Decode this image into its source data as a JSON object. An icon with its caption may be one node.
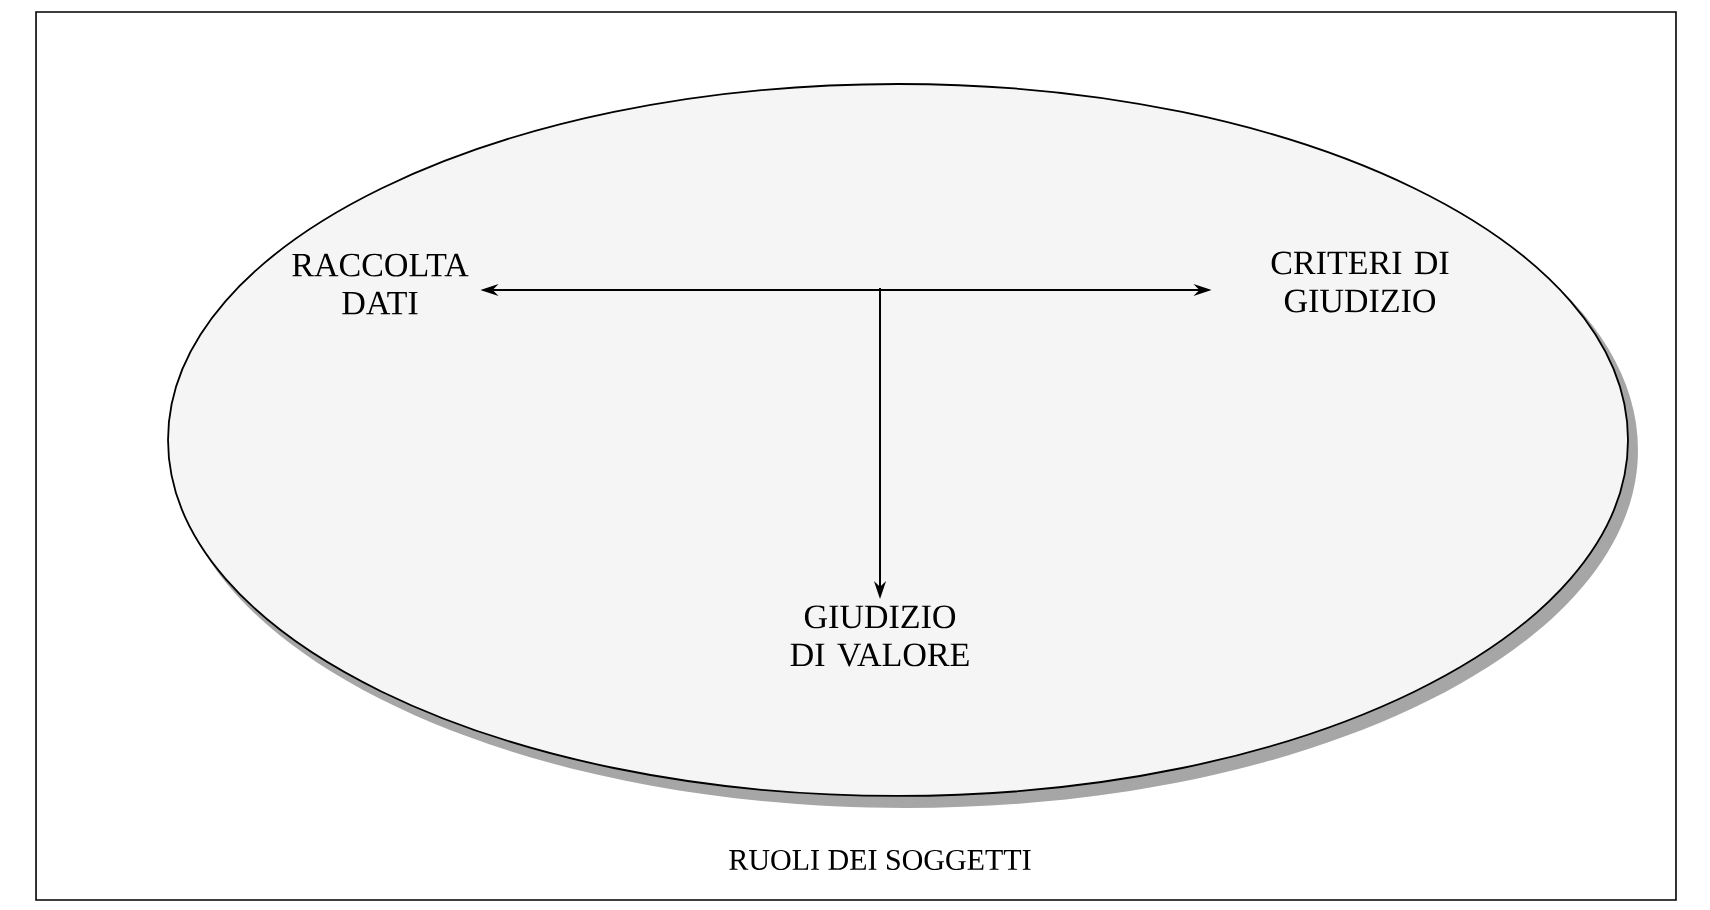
{
  "diagram": {
    "nodes": [
      {
        "text": [
          "RUOLI DEI SOGGETTI"
        ]
      },
      {
        "text": [
          "RACCOLTA DATI"
        ],
        "in": 0
      },
      {
        "text": [
          "CRITERI DI GIUDIZIO"
        ],
        "in": 0
      },
      {
        "text": [
          "GIUDIZIO DI VALORE"
        ],
        "in": 0
      }
    ],
    "edges": [
      {
        "from": 1,
        "to": 2,
        "arrow": "both"
      },
      {
        "from": null,
        "to": 3,
        "arrow": "to"
      }
    ]
  }
}
